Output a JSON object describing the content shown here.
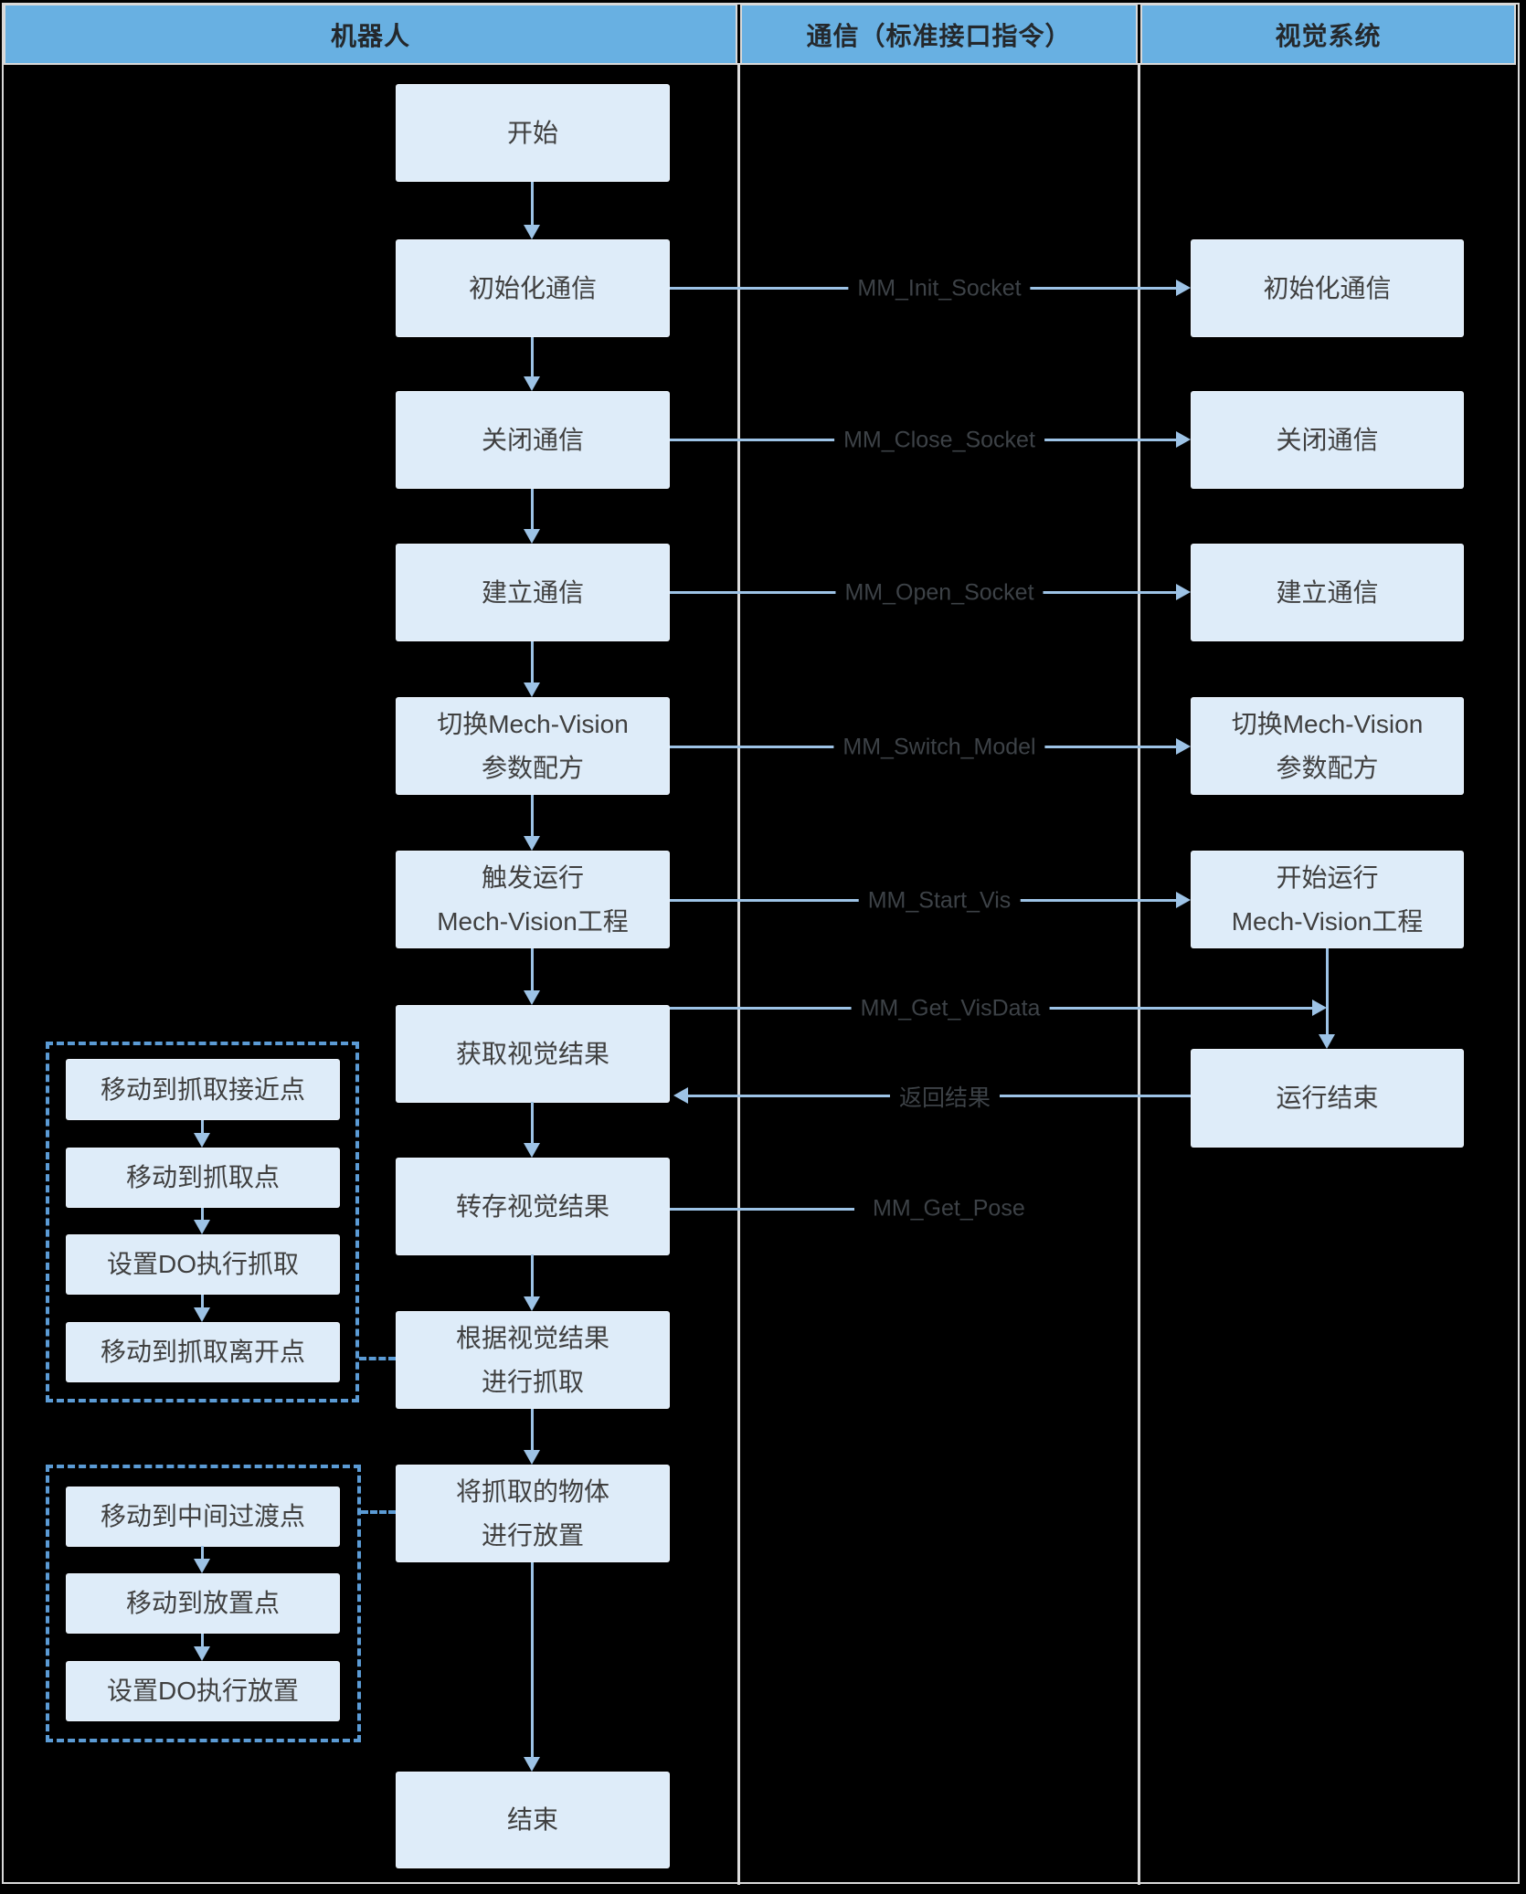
{
  "header": {
    "lanes": [
      "机器人",
      "通信（标准接口指令）",
      "视觉系统"
    ]
  },
  "robot": {
    "nodes": [
      "开始",
      "初始化通信",
      "关闭通信",
      "建立通信",
      "切换Mech-Vision\n参数配方",
      "触发运行\nMech-Vision工程",
      "获取视觉结果",
      "转存视觉结果",
      "根据视觉结果\n进行抓取",
      "将抓取的物体\n进行放置",
      "结束"
    ]
  },
  "vision": {
    "nodes": [
      "初始化通信",
      "关闭通信",
      "建立通信",
      "切换Mech-Vision\n参数配方",
      "开始运行\nMech-Vision工程",
      "运行结束"
    ]
  },
  "groups": {
    "pick": {
      "items": [
        "移动到抓取接近点",
        "移动到抓取点",
        "设置DO执行抓取",
        "移动到抓取离开点"
      ]
    },
    "place": {
      "items": [
        "移动到中间过渡点",
        "移动到放置点",
        "设置DO执行放置"
      ]
    }
  },
  "messages": {
    "init_socket": "MM_Init_Socket",
    "close_socket": "MM_Close_Socket",
    "open_socket": "MM_Open_Socket",
    "switch_model": "MM_Switch_Model",
    "start_vis": "MM_Start_Vis",
    "get_visdata": "MM_Get_VisData",
    "return_result": "返回结果",
    "get_pose": "MM_Get_Pose"
  },
  "colors": {
    "background": "#000000",
    "header_bg": "#68b0e2",
    "node_bg": "#deecf9",
    "arrow": "#9dc3e6",
    "dashed_border": "#5b9bd5",
    "frame": "#d9d9d9",
    "node_text": "#404040",
    "label_text": "#3d4247"
  }
}
